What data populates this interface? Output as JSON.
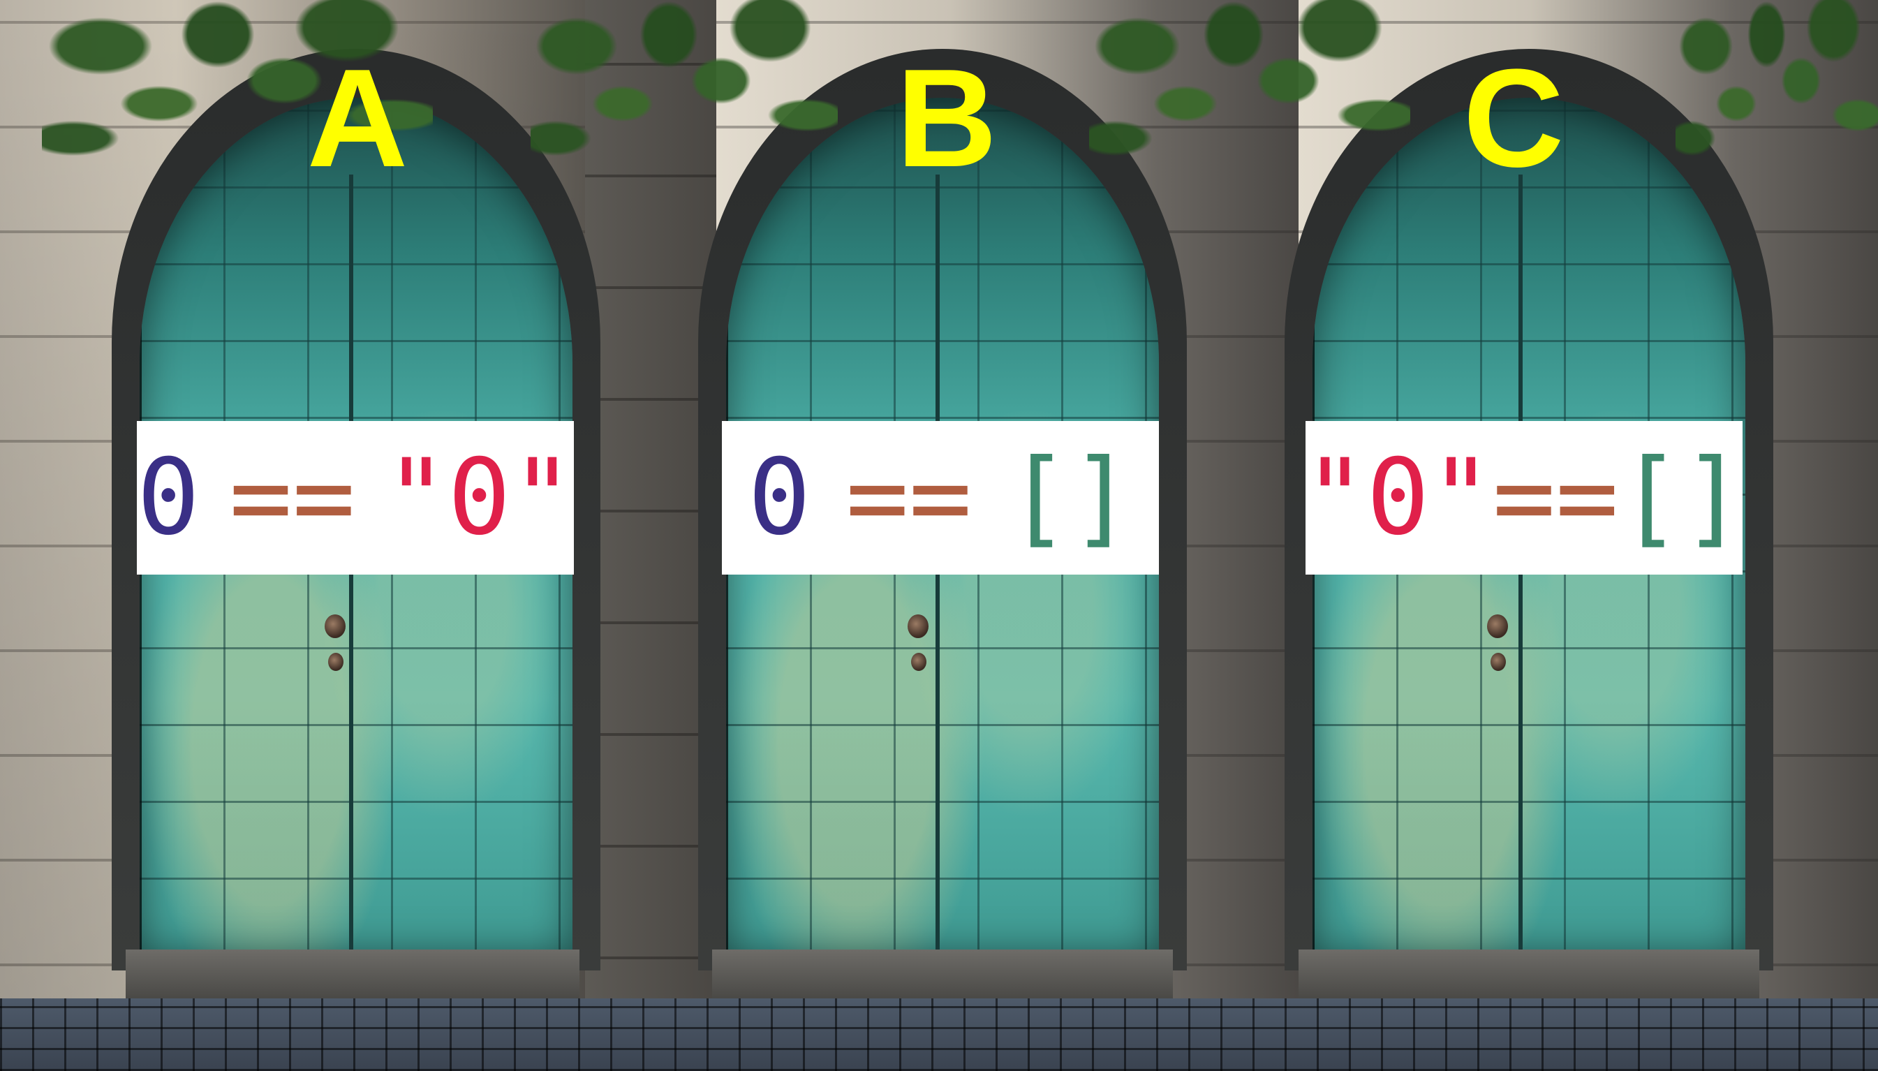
{
  "panels": [
    {
      "letter": "A",
      "left_operand": "0",
      "operator": "==",
      "right_operand": "\"0\""
    },
    {
      "letter": "B",
      "left_operand": "0",
      "operator": "==",
      "right_operand": "[]"
    },
    {
      "letter": "C",
      "left_operand": "\"0\"",
      "operator": "==",
      "right_operand": "[]"
    }
  ],
  "colors": {
    "letter": "#ffff00",
    "number": "#3a2f86",
    "string": "#e0204a",
    "operator": "#b05d3f",
    "array": "#3e8a6e",
    "box_bg": "#ffffff"
  }
}
